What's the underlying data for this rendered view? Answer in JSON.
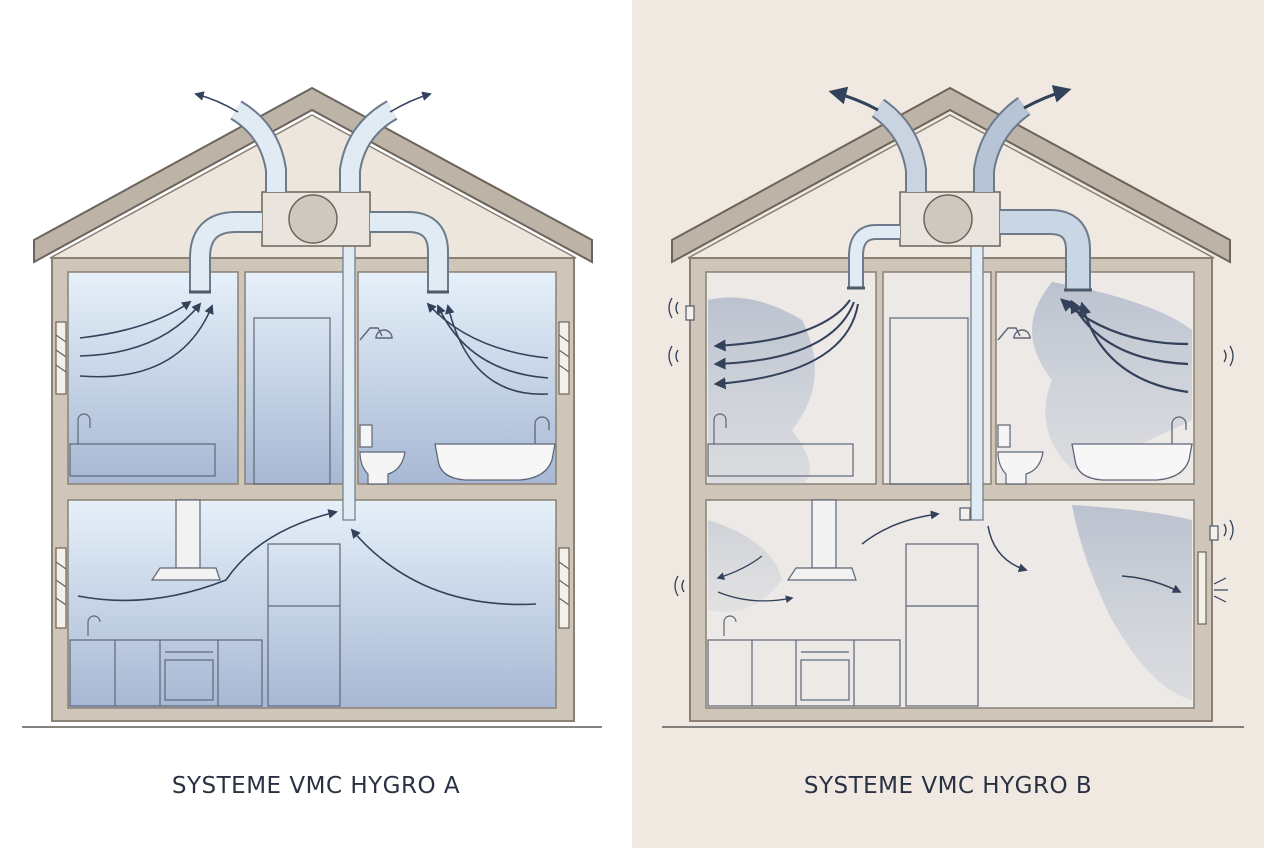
{
  "panels": [
    {
      "id": "a",
      "caption": "SYSTEME VMC HYGRO A"
    },
    {
      "id": "b",
      "caption": "SYSTEME VMC HYGRO B"
    }
  ],
  "colors": {
    "wall": "#cfc5b8",
    "wall_stroke": "#8a8176",
    "roof": "#bdb3a7",
    "attic": "#ede6dc",
    "room_top": "#e3eef8",
    "room_bottom": "#9fb1d0",
    "duct": "#dfe9f3",
    "duct_stroke": "#6c7a8c",
    "arrow": "#33415a",
    "panel_b_background": "#efe9e2",
    "humid_haze": "#8d9dba"
  },
  "icons": {
    "extract_unit": "fan-icon",
    "humidity_sensor": "humidity-sensor-icon",
    "air_inlet": "air-inlet-icon"
  }
}
